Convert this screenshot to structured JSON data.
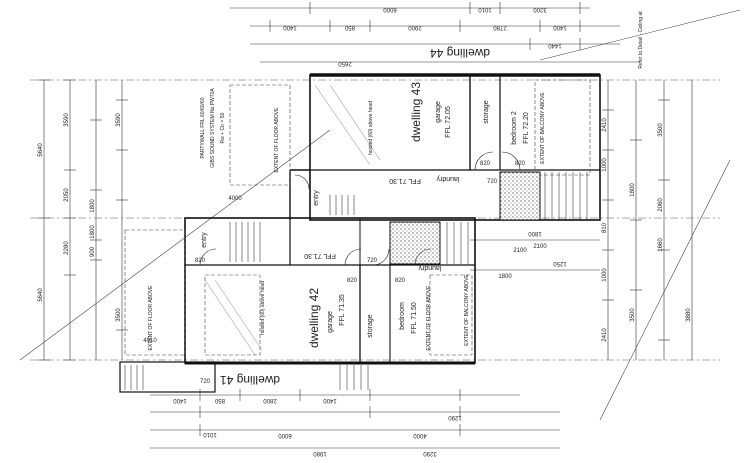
{
  "dwellings": {
    "d44": "dwelling 44",
    "d43": "dwelling 43",
    "d42": "dwelling 42",
    "d41": "dwelling 41"
  },
  "rooms": {
    "garage": "garage",
    "storage": "storage",
    "bedroom2": "bedroom 2",
    "bedroom": "bedroom",
    "laundry": "laundry",
    "entry": "entry"
  },
  "levels": {
    "ffl_7205": "FFL 72.05",
    "ffl_7220": "FFL 72.20",
    "ffl_7150": "FFL 71.50",
    "ffl_7135": "FFL 71.35",
    "ffl_7130a": "FFL 71.30",
    "ffl_7130b": "FFL 71.30"
  },
  "doors": {
    "d820a": "820",
    "d820b": "820",
    "d820c": "820",
    "d820d": "820",
    "d820e": "820",
    "d720a": "720",
    "d720b": "720",
    "d720c": "720"
  },
  "notes": {
    "extent_floor_1": "EXTENT OF FLOOR ABOVE",
    "extent_floor_2": "EXTENT OF FLOOR ABOVE",
    "extent_floor_3": "EXTENT OF FLOOR ABOVE",
    "extent_balcony_1": "EXTENT OF BALCONY ABOVE",
    "extent_balcony_2": "EXTENT OF BALCONY ABOVE",
    "partywall": "PARTYWALL FRL 60/60/60",
    "partywall_sub": "GIBS SOUND SYSTEM No.PW70A",
    "rw_1": "Rw + Ctr = 50",
    "hoist_1": "hoisted (60) above head",
    "hoist_2": "hoisted (60) above head",
    "refer_detail": "Refer to Detail - Ceiling at"
  },
  "dims_top": {
    "a": "6000",
    "b": "1010",
    "c": "3200",
    "d": "1400",
    "e": "850",
    "f": "2900",
    "g": "2780",
    "h": "1400",
    "i": "1440",
    "j": "2650",
    "k": "4000"
  },
  "dims_left": {
    "a": "5640",
    "b": "2050",
    "c": "2280",
    "d": "5640",
    "e": "3590",
    "f": "1800",
    "g": "1800",
    "h": "900",
    "i": "3590",
    "j": "3500",
    "k": "4910"
  },
  "dims_right": {
    "a": "3500",
    "b": "2410",
    "c": "1000",
    "d": "1800",
    "e": "810",
    "f": "2060",
    "g": "1660",
    "h": "1000",
    "i": "3500",
    "j": "3880",
    "k": "2410"
  },
  "dims_mid": {
    "a": "1800",
    "b": "2100",
    "c": "1250",
    "d": "1800",
    "e": "2100"
  },
  "dims_bottom": {
    "a": "1400",
    "b": "850",
    "c": "2800",
    "d": "1400",
    "e": "1290",
    "f": "1010",
    "g": "6000",
    "h": "4000",
    "i": "3290",
    "j": "1980"
  }
}
